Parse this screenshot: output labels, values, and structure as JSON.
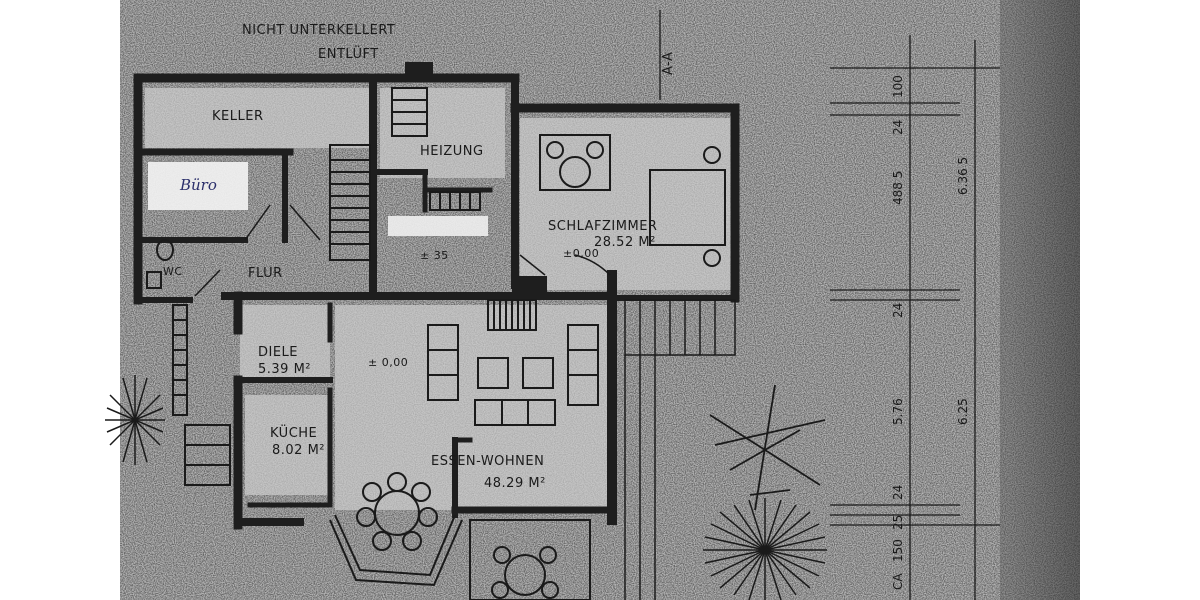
{
  "colors": {
    "paper": "#b5b5b5",
    "ink": "#141414",
    "wall": "#1e1e1e",
    "pen": "#3b3f8c",
    "margin": "#ffffff"
  },
  "labels": {
    "nicht_unterkellert": "NICHT UNTERKELLERT",
    "entlueft": "ENTLÜFT",
    "aa": "A-A",
    "keller": "KELLER",
    "heizung": "HEIZUNG",
    "buero": "Büro",
    "schlafzimmer": "SCHLAFZIMMER",
    "schlafzimmer_area": "28.52 M²",
    "level_schlaf": "±0,00",
    "level_flur": "± 35",
    "wc": "WC",
    "flur": "FLUR",
    "diele": "DIELE",
    "diele_area": "5.39 M²",
    "level_diele": "± 0,00",
    "kueche": "KÜCHE",
    "kueche_area": "8.02 M²",
    "essen_wohnen": "ESSEN-WOHNEN",
    "essen_wohnen_area": "48.29 M²"
  },
  "dimensions": {
    "d100": "100",
    "d24_top": "24",
    "d4885": "488 5",
    "d6365": "6.36 5",
    "d24_mid": "24",
    "d576": "5.76",
    "d625": "6.25",
    "d24_bot": "24",
    "d25": "25",
    "d150": "150",
    "dca": "CA"
  }
}
